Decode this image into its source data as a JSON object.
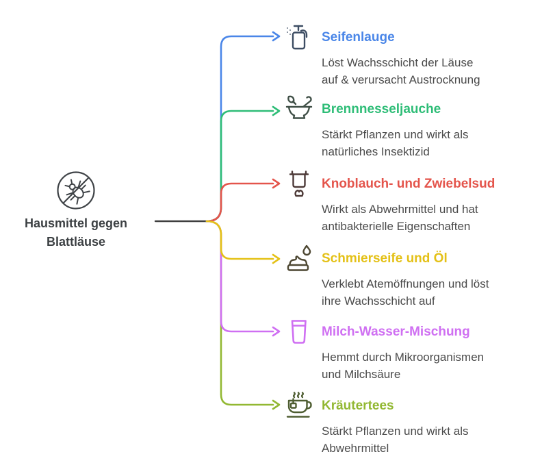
{
  "center": {
    "label": "Hausmittel gegen Blattläuse",
    "icon": "no-aphids-icon"
  },
  "branches": [
    {
      "title": "Seifenlauge",
      "color": "#4a86e8",
      "icon": "spray-bottle-icon",
      "description_lines": [
        "Löst Wachsschicht der Läuse",
        "auf & verursacht Austrocknung"
      ]
    },
    {
      "title": "Brennnesseljauche",
      "color": "#2ebd77",
      "icon": "mortar-pestle-icon",
      "description_lines": [
        "Stärkt Pflanzen und wirkt als",
        "natürliches Insektizid"
      ]
    },
    {
      "title": "Knoblauch- und Zwiebelsud",
      "color": "#e4544b",
      "icon": "cooking-pot-icon",
      "description_lines": [
        "Wirkt als Abwehrmittel und hat",
        "antibakterielle Eigenschaften"
      ]
    },
    {
      "title": "Schmierseife und Öl",
      "color": "#e4c117",
      "icon": "soap-and-oil-icon",
      "description_lines": [
        "Verklebt Atemöffnungen und löst",
        "ihre Wachsschicht auf"
      ]
    },
    {
      "title": "Milch-Wasser-Mischung",
      "color": "#cf6ff2",
      "icon": "milk-glass-icon",
      "description_lines": [
        "Hemmt durch Mikroorganismen",
        "und Milchsäure"
      ]
    },
    {
      "title": "Kräutertees",
      "color": "#92b832",
      "icon": "tea-cup-icon",
      "description_lines": [
        "Stärkt Pflanzen und wirkt als",
        "Abwehrmittel"
      ]
    }
  ]
}
